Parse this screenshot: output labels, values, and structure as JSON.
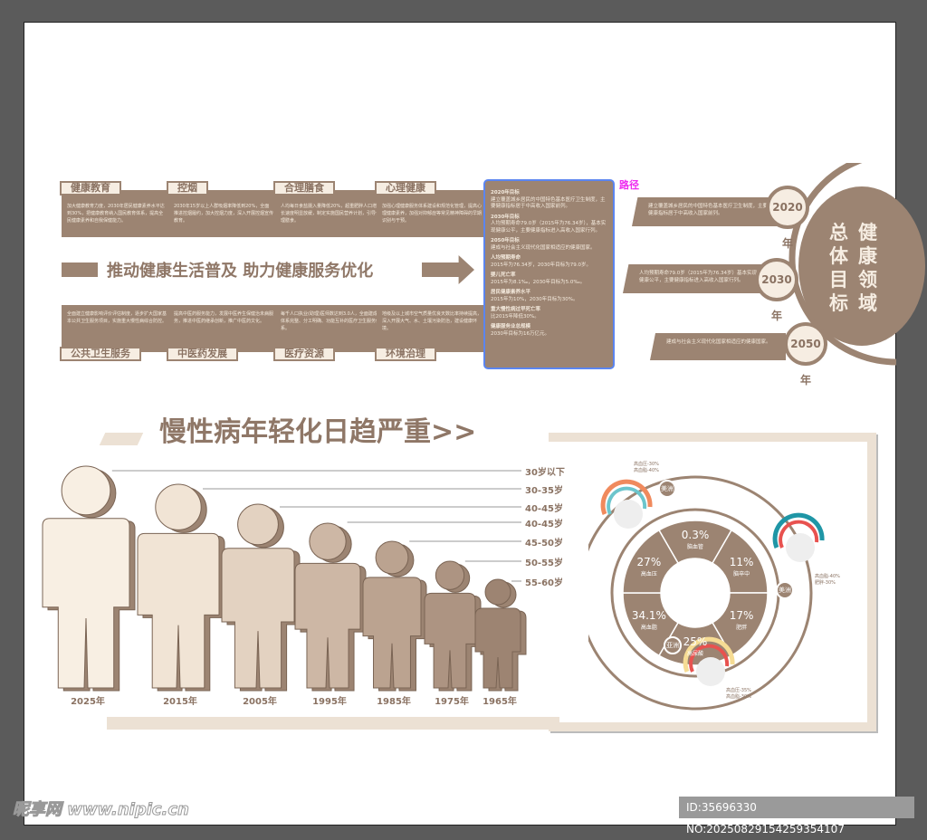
{
  "top_cards": [
    {
      "tag": "健康教育",
      "text": "加大健康教育力度，2030年居民健康素养水平达到30%，把健康教育纳入国民教育体系，提高全民健康素养和自我保健能力。"
    },
    {
      "tag": "控烟",
      "text": "2030年15岁以上人群吸烟率降低到20%，全面推进控烟履约，加大控烟力度，深入开展控烟宣传教育。"
    },
    {
      "tag": "合理膳食",
      "text": "人均每日食盐摄入量降低20%，超重肥胖人口增长速度明显放缓，制定实施国民营养计划，引导合理膳食。"
    },
    {
      "tag": "心理健康",
      "text": "加强心理健康服务体系建设和规范化管理，提高心理健康素养，加强对抑郁症等常见精神障碍的早期识别与干预。"
    }
  ],
  "bottom_cards": [
    {
      "tag": "公共卫生服务",
      "text": "全面建立健康影响评价评估制度，逐步扩大国家基本公共卫生服务项目，实施重大慢性病综合防控。"
    },
    {
      "tag": "中医药发展",
      "text": "提高中医药服务能力，发展中医养生保健治未病服务，推进中医药继承创新，推广中医药文化。"
    },
    {
      "tag": "医疗资源",
      "text": "每千人口执业(助理)医师数达到3.0人，全面建成体系完整、分工明确、功能互补的医疗卫生服务体系。"
    },
    {
      "tag": "环境治理",
      "text": "地级及以上城市空气质量优良天数比率持续提高，深入开展大气、水、土壤污染防治，建设健康环境。"
    }
  ],
  "slogan": "推动健康生活普及 助力健康服务优化",
  "path_label": "路径",
  "goals_box": [
    {
      "h": "2020年目标",
      "t": "建立覆盖城乡居民的中国特色基本医疗卫生制度，主要健康指标居于中高收入国家前列。"
    },
    {
      "h": "2030年目标",
      "t": "人均预期寿命79.0岁（2015年为76.34岁），基本实现健康公平，主要健康指标进入高收入国家行列。"
    },
    {
      "h": "2050年目标",
      "t": "建成与社会主义现代化国家相适应的健康国家。"
    },
    {
      "h": "人均预期寿命",
      "t": "2015年为76.34岁，2030年目标为79.0岁。"
    },
    {
      "h": "婴儿死亡率",
      "t": "2015年为8.1‰，2030年目标为5.0‰。"
    },
    {
      "h": "居民健康素养水平",
      "t": "2015年为10%，2030年目标为30%。"
    },
    {
      "h": "重大慢性病过早死亡率",
      "t": "比2015年降低30%。"
    },
    {
      "h": "健康服务业总规模",
      "t": "2030年目标为16万亿元。"
    }
  ],
  "timeline": [
    {
      "year": "2020年",
      "text": "建立覆盖城乡居民的中国特色基本医疗卫生制度，主要健康指标居于中高收入国家前列。"
    },
    {
      "year": "2030年",
      "text": "人均预期寿命79.0岁（2015年为76.34岁）基本实现健康公平，主要健康指标进入高收入国家行列。"
    },
    {
      "year": "2050年",
      "text": "建成与社会主义现代化国家相适应的健康国家。"
    }
  ],
  "goal_circle": {
    "col1": "总体目标",
    "col2": "健康领域"
  },
  "section_title": "慢性病年轻化日趋严重>>",
  "figures": [
    {
      "year": "2025年",
      "age": "30岁以下",
      "color": "#f8efe3"
    },
    {
      "year": "2015年",
      "age": "30-35岁",
      "color": "#f1e4d5"
    },
    {
      "year": "2005年",
      "age": "40-45岁",
      "color": "#e3d2c1"
    },
    {
      "year": "1995年",
      "age": "40-45岁",
      "color": "#cdb7a5"
    },
    {
      "year": "1985年",
      "age": "45-50岁",
      "color": "#bba390"
    },
    {
      "year": "1975年",
      "age": "50-55岁",
      "color": "#ad9482"
    },
    {
      "year": "1965年",
      "age": "55-60岁",
      "color": "#9d8472"
    }
  ],
  "donut": {
    "segments": [
      {
        "value": "0.3%",
        "label": "脑血管"
      },
      {
        "value": "11%",
        "label": "脑卒中"
      },
      {
        "value": "17%",
        "label": "肥胖"
      },
      {
        "value": "25%",
        "label": "高尿酸"
      },
      {
        "value": "34.1%",
        "label": "高血脂"
      },
      {
        "value": "27%",
        "label": "高血压"
      }
    ],
    "continents": [
      "美洲",
      "美洲",
      "亚洲"
    ],
    "notes": [
      {
        "l1": "高血压-30%",
        "l2": "高血脂-40%"
      },
      {
        "l1": "高血脂-40%",
        "l2": "肥胖-30%"
      },
      {
        "l1": "高血压-35%",
        "l2": "高血脂-30%"
      }
    ],
    "colors": {
      "brown": "#9c8472",
      "ring1": "#f08a5d",
      "ring2": "#6cc5cc",
      "ring3": "#1f96a6",
      "ring4": "#e8524f",
      "ring5": "#f6dc94"
    }
  },
  "watermark": {
    "logo": "昵享网 www.nipic.cn",
    "id": "ID:35696330 NO:20250829154259354107"
  }
}
